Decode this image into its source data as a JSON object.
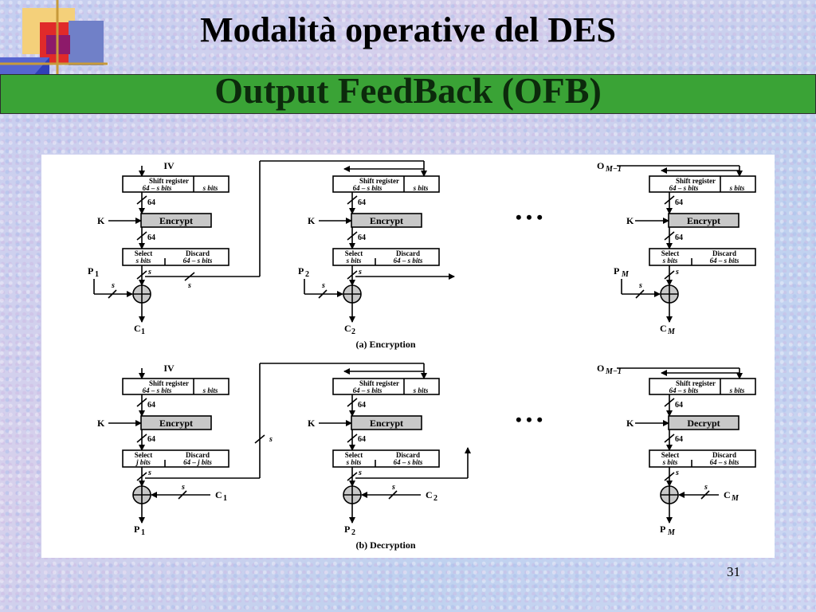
{
  "slide": {
    "title": "Modalità operative del DES",
    "subtitle": "Output FeedBack (OFB)",
    "page_number": "31"
  },
  "diagram": {
    "labels": {
      "iv": "IV",
      "o_m_minus_1": "O",
      "o_sub": "M−1",
      "shift_register": "Shift register",
      "shift_left": "64 – s bits",
      "shift_right": "s bits",
      "k": "K",
      "encrypt": "Encrypt",
      "decrypt": "Decrypt",
      "select": "Select",
      "select_bits": "s bits",
      "select_bits_j": "j bits",
      "discard": "Discard",
      "discard_bits": "64 – s bits",
      "discard_bits_j": "64 – j bits",
      "n64": "64",
      "s": "s",
      "ellipsis": "• • •",
      "p": "P",
      "c": "C",
      "sub1": "1",
      "sub2": "2",
      "subM": "M",
      "caption_enc": "(a) Encryption",
      "caption_dec": "(b) Decryption"
    }
  }
}
